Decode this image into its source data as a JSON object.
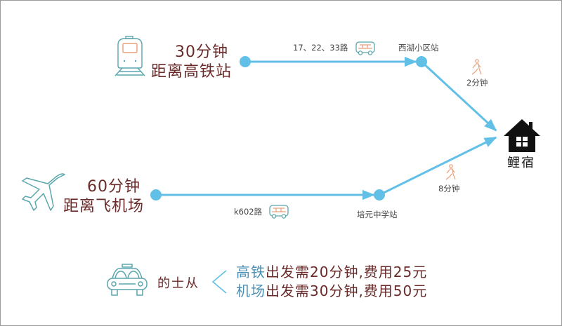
{
  "colors": {
    "line": "#62bfe6",
    "maroon": "#6b2a2a",
    "accent_blue": "#4a8fb4",
    "icon_teal": "#5aa6ad",
    "icon_orange": "#e8a07a",
    "house": "#111111"
  },
  "destination": {
    "label": "鲤宿",
    "icon": "house-icon"
  },
  "routes": [
    {
      "icon": "train-icon",
      "duration": "30分钟",
      "origin": "距离高铁站",
      "bus_lines": "17、22、33路",
      "bus_icon": "bus-icon",
      "stop": "西湖小区站",
      "walk_icon": "walking-person-icon",
      "walk_time": "2分钟"
    },
    {
      "icon": "airplane-icon",
      "duration": "60分钟",
      "origin": "距离飞机场",
      "bus_lines": "k602路",
      "bus_icon": "bus-icon",
      "stop": "培元中学站",
      "walk_icon": "walking-person-icon",
      "walk_time": "8分钟"
    }
  ],
  "taxi": {
    "icon": "taxi-icon",
    "label": "的士从",
    "brace": "<",
    "options": [
      {
        "from": "高铁",
        "rest": "出发需20分钟,费用25元"
      },
      {
        "from": "机场",
        "rest": "出发需30分钟,费用50元"
      }
    ]
  }
}
